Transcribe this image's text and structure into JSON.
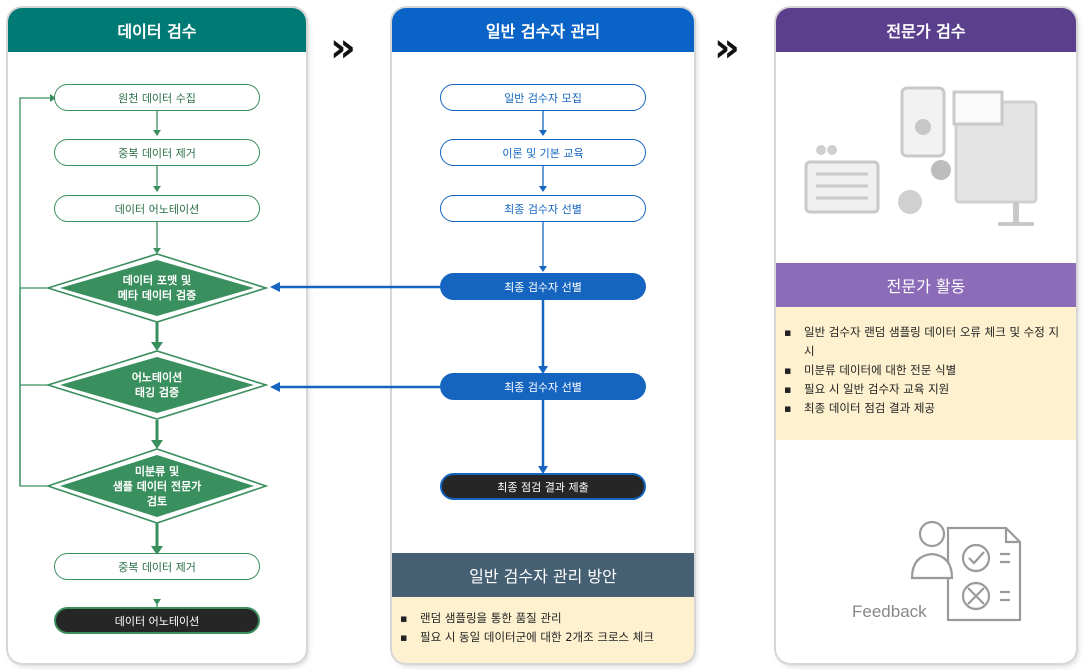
{
  "panel_left": {
    "title": "데이터 검수",
    "color": "#007a74",
    "steps": [
      "원천 데이터 수집",
      "중복 데이터 제거",
      "데이터 어노테이션"
    ],
    "diamonds": [
      {
        "line1": "데이터 포맷 및",
        "line2": "메타 데이터 검증"
      },
      {
        "line1": "어노테이션",
        "line2": "태깅 검증"
      },
      {
        "line1": "미분류 및",
        "line2": "샘플 데이터 전문가",
        "line3": "검토"
      }
    ],
    "step_after": "중복 데이터 제거",
    "final": "데이터 어노테이션"
  },
  "panel_middle": {
    "title": "일반 검수자 관리",
    "color": "#0a64c8",
    "steps": [
      "일반 검수자 모집",
      "이론 및 기본 교육",
      "최종 검수자 선별"
    ],
    "filled": [
      "최종 검수자 선별",
      "최종 검수자 선별"
    ],
    "final": "최종 점검 결과 제출",
    "plan_title": "일반 검수자 관리 방안",
    "plan_color": "#455f73",
    "plan_items": [
      "랜덤 샘플링을 통한 품질 관리",
      "필요 시 동일 데이터군에 대한 2개조 크로스 체크"
    ]
  },
  "panel_right": {
    "title": "전문가 검수",
    "color": "#5a3f8c",
    "activity_title": "전문가 활동",
    "activity_color": "#8c6bb8",
    "activity_items": [
      "일반 검수자 랜덤 샘플링 데이터 오류 체크 및 수정 지시",
      "미분류 데이터에 대한 전문 식별",
      "필요 시 일반 검수자 교육 지원",
      "최종 데이터 점검 결과 제공"
    ],
    "feedback_label": "Feedback"
  },
  "icons": [
    "chevron-double-right-icon",
    "devices-illustration-icon",
    "expert-feedback-icon"
  ],
  "colors": {
    "green": "#3a8f5e",
    "blue": "#1565c0",
    "note_bg": "#fdf1cf"
  }
}
